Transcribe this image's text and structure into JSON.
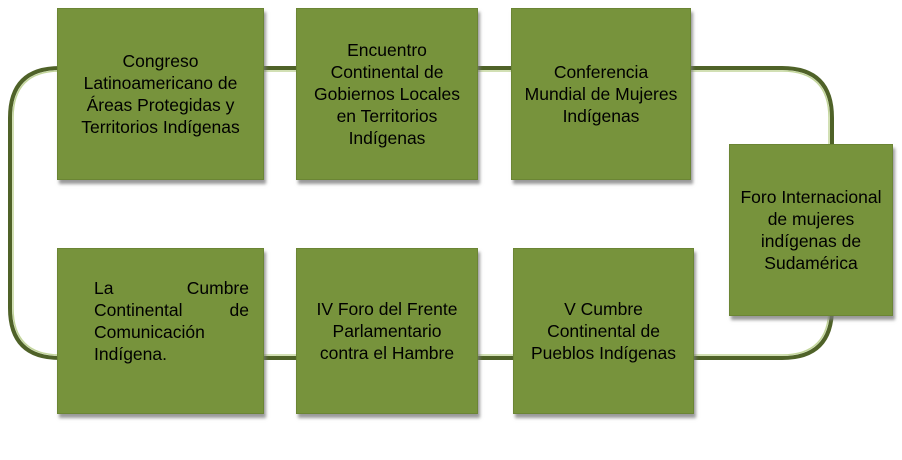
{
  "diagram": {
    "colors": {
      "box_fill": "#77933c",
      "connector": "#4f6228",
      "text": "#000000"
    },
    "nodes": [
      {
        "id": 1,
        "label": "Congreso Latinoamericano de Áreas Protegidas y Territorios Indígenas"
      },
      {
        "id": 2,
        "label": "Encuentro Continental de Gobiernos Locales en Territorios Indígenas"
      },
      {
        "id": 3,
        "label": "Conferencia Mundial de Mujeres Indígenas"
      },
      {
        "id": 4,
        "label": "Foro Internacional de mujeres indígenas de Sudamérica"
      },
      {
        "id": 5,
        "label": "V Cumbre Continental de Pueblos Indígenas"
      },
      {
        "id": 6,
        "label": "IV Foro del Frente Parlamentario contra el Hambre"
      },
      {
        "id": 7,
        "label": "La Cumbre Continental de Comunicación Indígena."
      }
    ]
  }
}
